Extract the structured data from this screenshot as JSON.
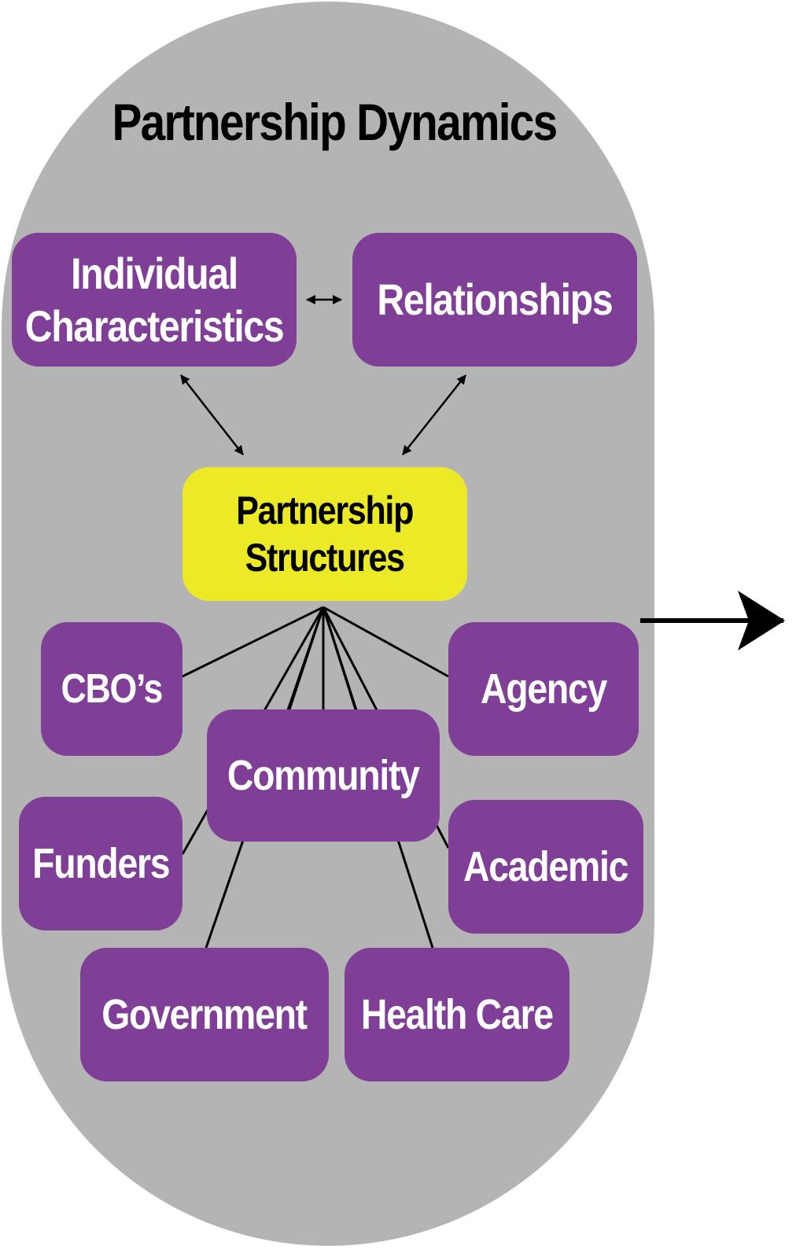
{
  "title": "Partnership Dynamics",
  "nodes": {
    "individual_characteristics": {
      "line1": "Individual",
      "line2": "Characteristics"
    },
    "relationships": {
      "label": "Relationships"
    },
    "partnership_structures": {
      "line1": "Partnership",
      "line2": "Structures"
    },
    "cbos": {
      "label": "CBO’s"
    },
    "agency": {
      "label": "Agency"
    },
    "community": {
      "label": "Community"
    },
    "funders": {
      "label": "Funders"
    },
    "academic": {
      "label": "Academic"
    },
    "government": {
      "label": "Government"
    },
    "health_care": {
      "label": "Health Care"
    }
  },
  "colors": {
    "background": "#b4b4b4",
    "box_purple": "#7f3f96",
    "box_yellow": "#ecea26",
    "line": "#000000"
  }
}
